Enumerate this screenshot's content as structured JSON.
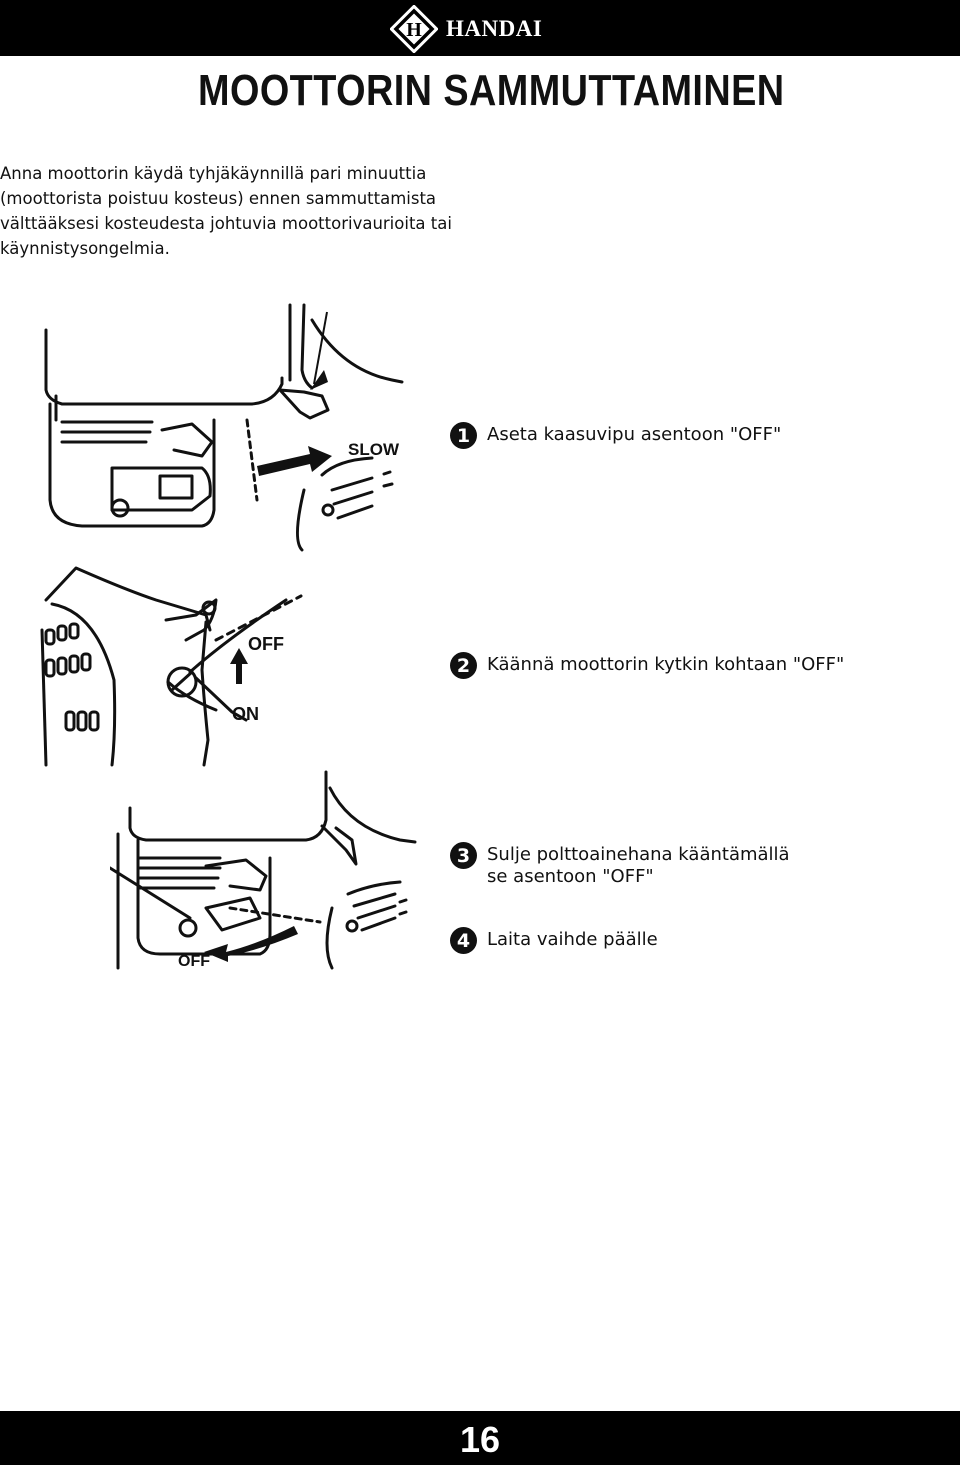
{
  "header": {
    "brand_name": "HANDAI",
    "logo_letter": "H",
    "background_color": "#000000"
  },
  "title": "MOOTTORIN SAMMUTTAMINEN",
  "intro_text": "Anna moottorin käydä tyhjäkäynnillä pari minuuttia (moottorista poistuu kosteus) ennen sammuttamista välttääksesi kosteudesta johtuvia moottorivaurioita tai käynnistysongelmia.",
  "figures": {
    "throttle": {
      "label": "SLOW",
      "icon": "throttle-lever-illustration"
    },
    "engine_switch": {
      "label_off": "OFF",
      "label_on": "ON",
      "icon": "engine-switch-illustration"
    },
    "fuel_valve": {
      "label": "OFF",
      "icon": "fuel-valve-illustration"
    }
  },
  "steps": [
    {
      "number": "1",
      "text": "Aseta kaasuvipu asentoon \"OFF\""
    },
    {
      "number": "2",
      "text": "Käännä moottorin kytkin kohtaan \"OFF\""
    },
    {
      "number": "3",
      "text": "Sulje polttoainehana kääntämällä\nse asentoon \"OFF\""
    },
    {
      "number": "4",
      "text": "Laita vaihde päälle"
    }
  ],
  "footer": {
    "page_number": "16"
  }
}
